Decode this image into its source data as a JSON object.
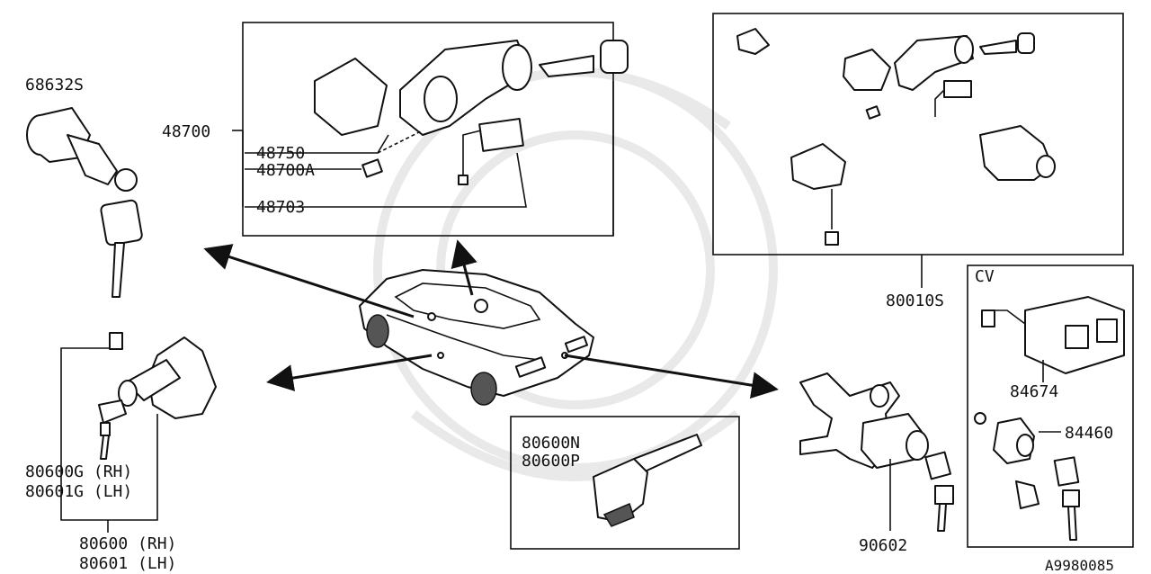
{
  "title": "Key Set & Blank Key",
  "diagram_code": "A9980085",
  "labels": {
    "p68632s": "68632S",
    "p48700": "48700",
    "p48750": "48750",
    "p48700a": "48700A",
    "p48703": "48703",
    "p80010s": "80010S",
    "p80600g": "80600G (RH)",
    "p80601g": "80601G (LH)",
    "p80600": "80600 (RH)",
    "p80601": "80601 (LH)",
    "p80600n": "80600N",
    "p80600p": "80600P",
    "p90602": "90602",
    "cv": "CV",
    "p84674": "84674",
    "p84460": "84460"
  }
}
